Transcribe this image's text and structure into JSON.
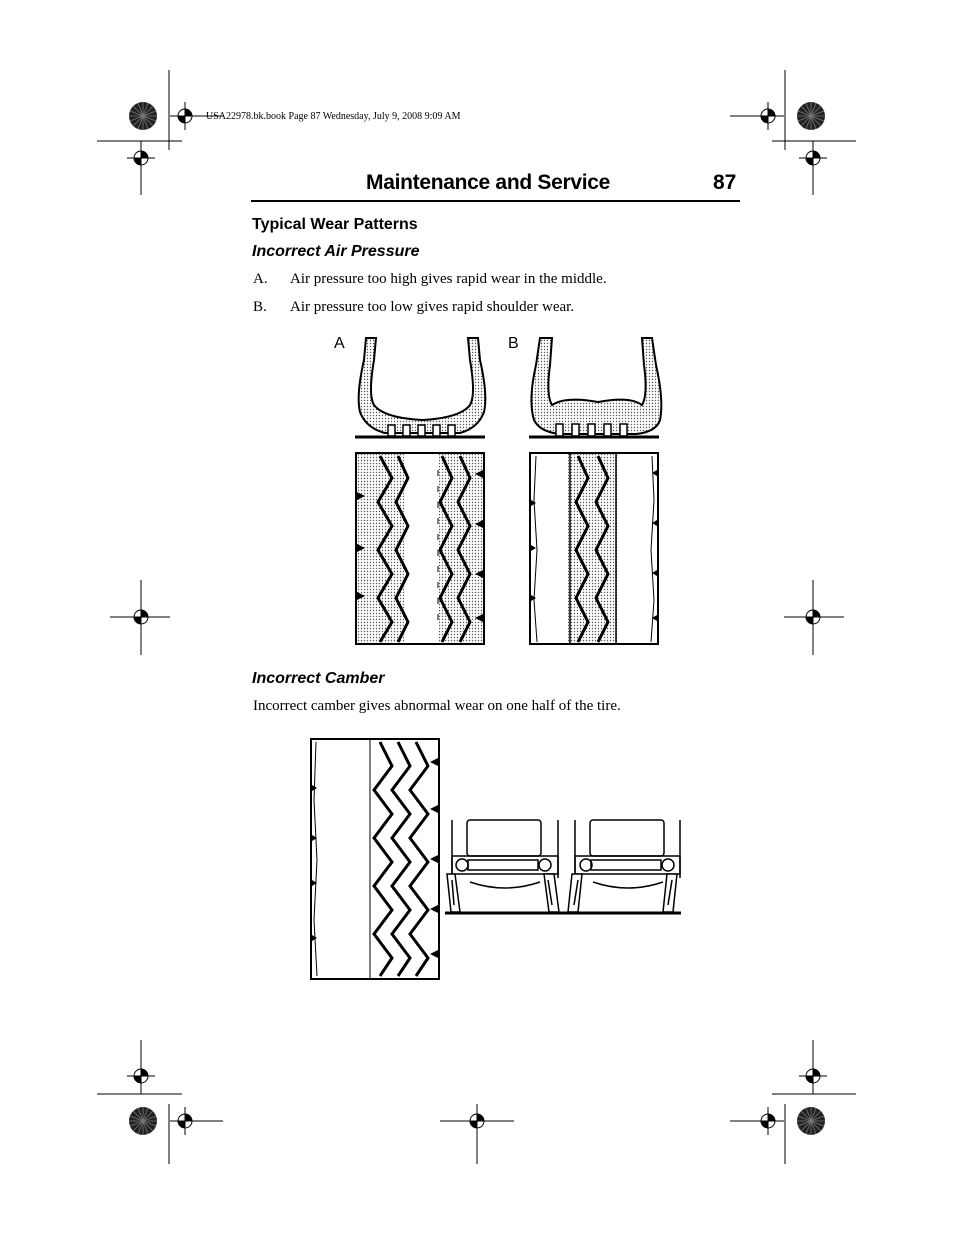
{
  "print_slug": "USA22978.bk.book  Page 87  Wednesday, July 9, 2008  9:09 AM",
  "header": {
    "title": "Maintenance and Service",
    "page_number": "87"
  },
  "section": {
    "title": "Typical Wear Patterns",
    "air_pressure": {
      "heading": "Incorrect Air Pressure",
      "items": [
        {
          "letter": "A.",
          "text": "Air pressure too high gives rapid wear in the middle."
        },
        {
          "letter": "B.",
          "text": "Air pressure too low gives rapid shoulder wear."
        }
      ],
      "figure_labels": [
        "A",
        "B"
      ]
    },
    "camber": {
      "heading": "Incorrect Camber",
      "text": "Incorrect camber gives abnormal wear on one half of the tire."
    }
  }
}
